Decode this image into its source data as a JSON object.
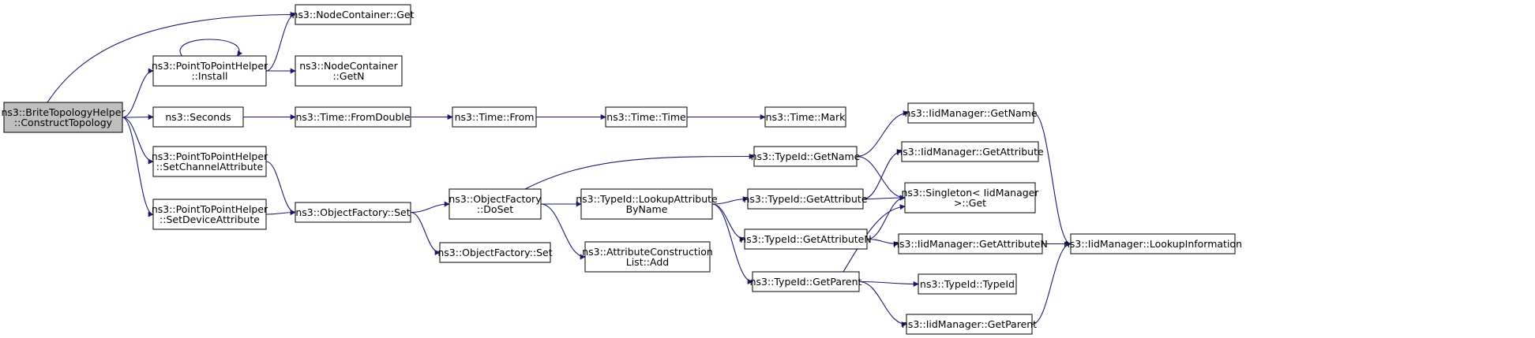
{
  "graph": {
    "edge_color": "#191970",
    "root_fill": "#bfbfbf",
    "node_fill": "#ffffff",
    "nodes": [
      {
        "id": "bth",
        "lines": [
          "ns3::BriteTopologyHelper",
          "::ConstructTopology"
        ],
        "root": true
      },
      {
        "id": "ncget",
        "lines": [
          "ns3::NodeContainer::Get"
        ]
      },
      {
        "id": "p2pinst",
        "lines": [
          "ns3::PointToPointHelper",
          "::Install"
        ]
      },
      {
        "id": "ncgetn",
        "lines": [
          "ns3::NodeContainer",
          "::GetN"
        ]
      },
      {
        "id": "seconds",
        "lines": [
          "ns3::Seconds"
        ]
      },
      {
        "id": "fromdouble",
        "lines": [
          "ns3::Time::FromDouble"
        ]
      },
      {
        "id": "timefrom",
        "lines": [
          "ns3::Time::From"
        ]
      },
      {
        "id": "timetime",
        "lines": [
          "ns3::Time::Time"
        ]
      },
      {
        "id": "timemark",
        "lines": [
          "ns3::Time::Mark"
        ]
      },
      {
        "id": "setchan",
        "lines": [
          "ns3::PointToPointHelper",
          "::SetChannelAttribute"
        ]
      },
      {
        "id": "setdev",
        "lines": [
          "ns3::PointToPointHelper",
          "::SetDeviceAttribute"
        ]
      },
      {
        "id": "ofset",
        "lines": [
          "ns3::ObjectFactory::Set"
        ]
      },
      {
        "id": "ofset2",
        "lines": [
          "ns3::ObjectFactory::Set"
        ]
      },
      {
        "id": "ofdoset",
        "lines": [
          "ns3::ObjectFactory",
          "::DoSet"
        ]
      },
      {
        "id": "lookupattr",
        "lines": [
          "ns3::TypeId::LookupAttribute",
          "ByName"
        ]
      },
      {
        "id": "acladd",
        "lines": [
          "ns3::AttributeConstruction",
          "List::Add"
        ]
      },
      {
        "id": "tidgetname",
        "lines": [
          "ns3::TypeId::GetName"
        ]
      },
      {
        "id": "tidgetattr",
        "lines": [
          "ns3::TypeId::GetAttribute"
        ]
      },
      {
        "id": "tidgetattrn",
        "lines": [
          "ns3::TypeId::GetAttributeN"
        ]
      },
      {
        "id": "tidgetparent",
        "lines": [
          "ns3::TypeId::GetParent"
        ]
      },
      {
        "id": "imgetname",
        "lines": [
          "ns3::IidManager::GetName"
        ]
      },
      {
        "id": "imgetattr",
        "lines": [
          "ns3::IidManager::GetAttribute"
        ]
      },
      {
        "id": "singleton",
        "lines": [
          "ns3::Singleton< IidManager",
          " >::Get"
        ]
      },
      {
        "id": "imgetattrn",
        "lines": [
          "ns3::IidManager::GetAttributeN"
        ]
      },
      {
        "id": "tidtypeid",
        "lines": [
          "ns3::TypeId::TypeId"
        ]
      },
      {
        "id": "imgetparent",
        "lines": [
          "ns3::IidManager::GetParent"
        ]
      },
      {
        "id": "imlookup",
        "lines": [
          "ns3::IidManager::LookupInformation"
        ]
      }
    ],
    "edges": [
      [
        "bth",
        "ncget"
      ],
      [
        "bth",
        "p2pinst"
      ],
      [
        "bth",
        "seconds"
      ],
      [
        "bth",
        "setchan"
      ],
      [
        "bth",
        "setdev"
      ],
      [
        "p2pinst",
        "p2pinst"
      ],
      [
        "p2pinst",
        "ncget"
      ],
      [
        "p2pinst",
        "ncgetn"
      ],
      [
        "seconds",
        "fromdouble"
      ],
      [
        "fromdouble",
        "timefrom"
      ],
      [
        "timefrom",
        "timetime"
      ],
      [
        "timetime",
        "timemark"
      ],
      [
        "setchan",
        "ofset"
      ],
      [
        "setdev",
        "ofset"
      ],
      [
        "ofset",
        "ofdoset"
      ],
      [
        "ofset",
        "ofset2"
      ],
      [
        "ofdoset",
        "tidgetname"
      ],
      [
        "ofdoset",
        "lookupattr"
      ],
      [
        "ofdoset",
        "acladd"
      ],
      [
        "lookupattr",
        "tidgetattr"
      ],
      [
        "lookupattr",
        "tidgetattrn"
      ],
      [
        "lookupattr",
        "tidgetparent"
      ],
      [
        "tidgetname",
        "imgetname"
      ],
      [
        "tidgetname",
        "singleton"
      ],
      [
        "tidgetattr",
        "imgetattr"
      ],
      [
        "tidgetattr",
        "singleton"
      ],
      [
        "tidgetattrn",
        "singleton"
      ],
      [
        "tidgetattrn",
        "imgetattrn"
      ],
      [
        "tidgetparent",
        "singleton"
      ],
      [
        "tidgetparent",
        "tidtypeid"
      ],
      [
        "tidgetparent",
        "imgetparent"
      ],
      [
        "imgetname",
        "imlookup"
      ],
      [
        "imgetattrn",
        "imlookup"
      ],
      [
        "imgetparent",
        "imlookup"
      ]
    ]
  }
}
